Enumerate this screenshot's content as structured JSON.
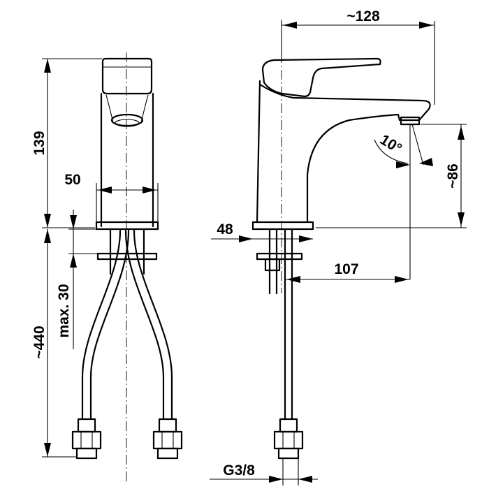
{
  "dimensions": {
    "front_height": "139",
    "front_body_width": "50",
    "front_hose_length": "~440",
    "front_max_counter": "max. 30",
    "side_reach": "~128",
    "side_outlet_height": "~86",
    "side_spout_angle": "10°",
    "side_base_diameter": "48",
    "side_tail_offset": "107",
    "side_thread": "G3/8"
  }
}
